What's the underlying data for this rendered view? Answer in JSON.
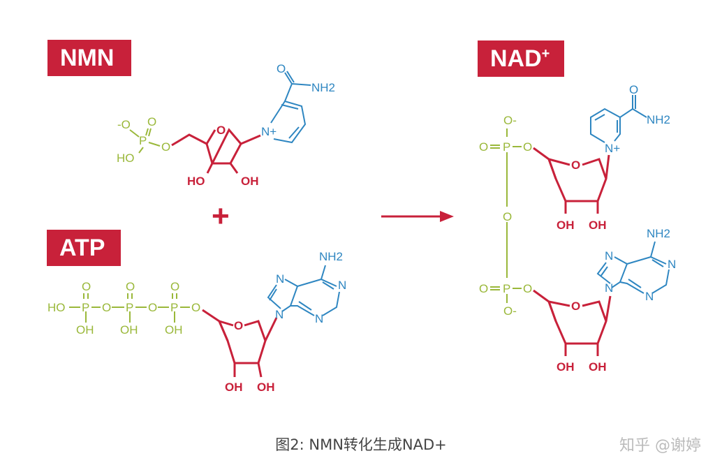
{
  "labels": {
    "nmn": "NMN",
    "atp": "ATP",
    "nad": "NAD",
    "nad_sup": "+"
  },
  "plus": "+",
  "atoms": {
    "O": "O",
    "O_minus": "-O",
    "O_anion": "O-",
    "P": "P",
    "HO": "HO",
    "OH": "OH",
    "NH2": "NH2",
    "N": "N",
    "N_plus": "N+"
  },
  "caption": "图2: NMN转化生成NAD+",
  "watermark": "知乎 @谢婷",
  "colors": {
    "brand_red": "#c8213a",
    "phosphate_green": "#9ab83a",
    "base_blue": "#2e86c1"
  }
}
